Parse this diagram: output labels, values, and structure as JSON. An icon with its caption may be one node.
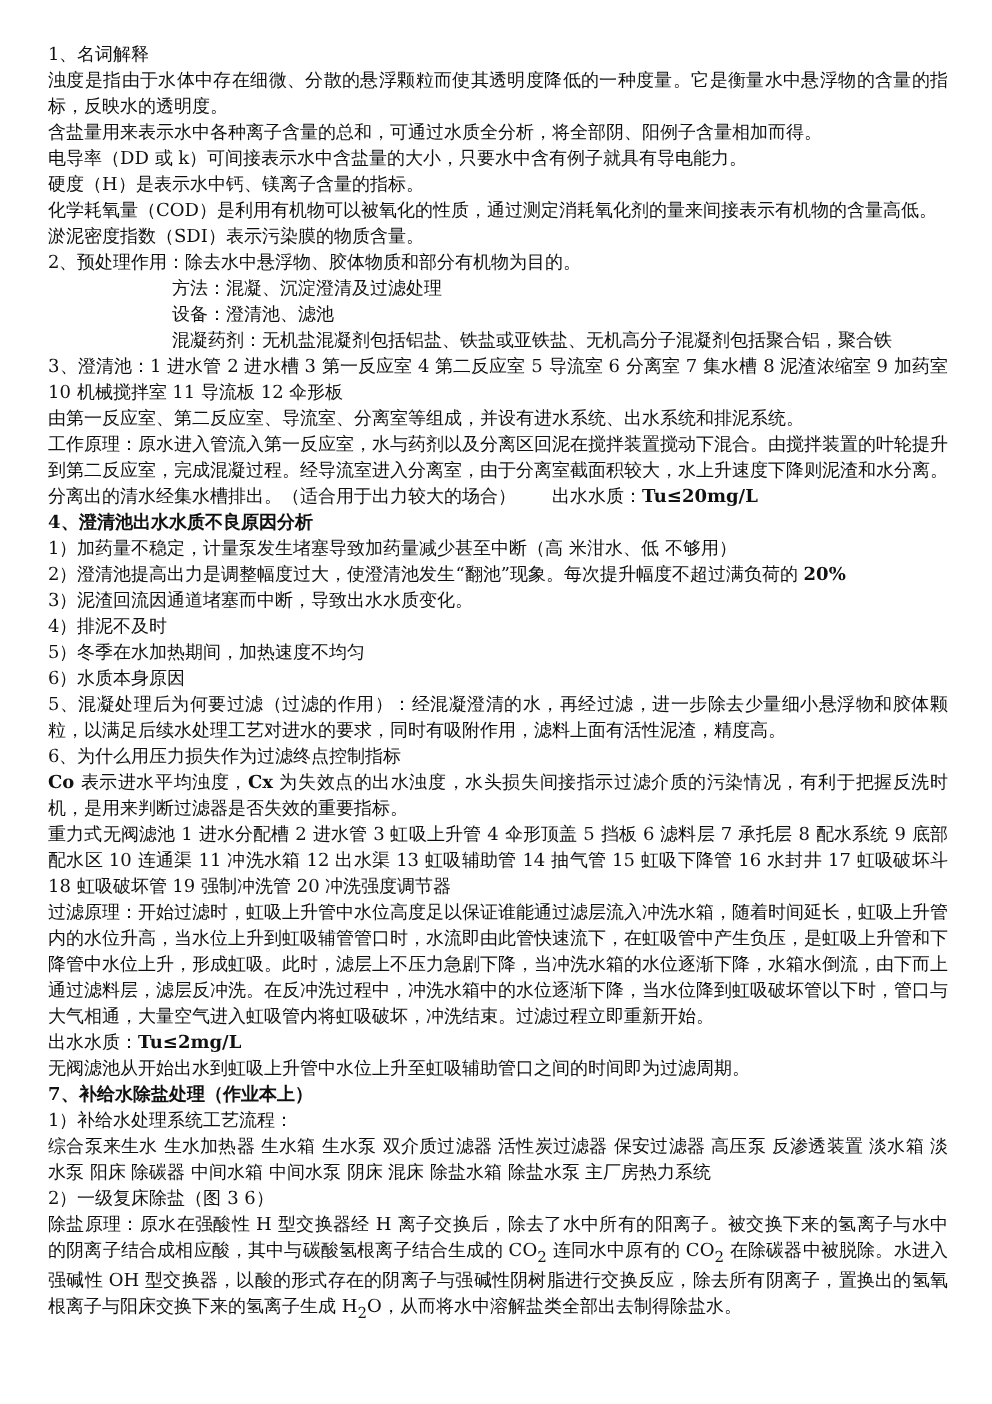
{
  "diagram": {
    "labels": [
      "1、名词解释",
      "浊度是指由于水体中存在细微、分散的悬浮颗粒而使其透明度降低的一种度量。它是衡量水中悬浮物的含量的指标，反映水的透明度。",
      "含盐量用来表示水中各种离子含量的总和，可通过水质全分析，将全部阴、阳例子含量相加而得。",
      "电导率（DD 或 k）可间接表示水中含盐量的大小，只要水中含有例子就具有导电能力。",
      "硬度（H）是表示水中钙、镁离子含量的指标。",
      "化学耗氧量（COD）是利用有机物可以被氧化的性质，通过测定消耗氧化剂的量来间接表示有机物的含量高低。",
      "淤泥密度指数（SDI）表示污染膜的物质含量。",
      "2、预处理作用：除去水中悬浮物、胶体物质和部分有机物为目的。",
      "方法：混凝、沉淀澄清及过滤处理",
      "设备：澄清池、滤池",
      "混凝药剂：无机盐混凝剂包括铝盐、铁盐或亚铁盐、无机高分子混凝剂包括聚合铝，聚合铁",
      "3、澄清池：1 进水管 2 进水槽 3 第一反应室 4 第二反应室 5 导流室 6 分离室 7 集水槽 8 泥渣浓缩室 9 加药室 10 机械搅拌室 11 导流板 12 伞形板",
      "由第一反应室、第二反应室、导流室、分离室等组成，并设有进水系统、出水系统和排泥系统。",
      "工作原理：原水进入管流入第一反应室，水与药剂以及分离区回泥在搅拌装置搅动下混合。由搅拌装置的叶轮提升到第二反应室，完成混凝过程。经导流室进入分离室，由于分离室截面积较大，水上升速度下降则泥渣和水分离。分离出的清水经集水槽排出。（适合用于出力较大的场合）　　出水水质：**Tu≤20mg/L**",
      "4、澄清池出水水质不良原因分析",
      "1）加药量不稳定，计量泵发生堵塞导致加药量减少甚至中断（高 米泔水、低 不够用）",
      "2）澄清池提高出力是调整幅度过大，使澄清池发生“翻池”现象。每次提升幅度不超过满负荷的 **20%**",
      "3）泥渣回流因通道堵塞而中断，导致出水水质变化。",
      "4）排泥不及时",
      "5）冬季在水加热期间，加热速度不均匀",
      "6）水质本身原因",
      "5、混凝处理后为何要过滤（过滤的作用）：经混凝澄清的水，再经过滤，进一步除去少量细小悬浮物和胶体颗粒，以满足后续水处理工艺对进水的要求，同时有吸附作用，滤料上面有活性泥渣，精度高。",
      "6、为什么用压力损失作为过滤终点控制指标",
      "**Co** 表示进水平均浊度，**Cx** 为失效点的出水浊度，水头损失间接指示过滤介质的污染情况，有利于把握反洗时机，是用来判断过滤器是否失效的重要指标。",
      "重力式无阀滤池 1 进水分配槽 2 进水管 3 虹吸上升管 4 伞形顶盖 5 挡板 6 滤料层 7 承托层 8 配水系统 9 底部配水区 10 连通渠 11 冲洗水箱 12 出水渠 13 虹吸辅助管 14 抽气管 15 虹吸下降管 16 水封井 17 虹吸破坏斗 18 虹吸破坏管 19 强制冲洗管 20 冲洗强度调节器",
      "过滤原理：开始过滤时，虹吸上升管中水位高度足以保证谁能通过滤层流入冲洗水箱，随着时间延长，虹吸上升管内的水位升高，当水位上升到虹吸辅管管口时，水流即由此管快速流下，在虹吸管中产生负压，是虹吸上升管和下降管中水位上升，形成虹吸。此时，滤层上不压力急剧下降，当冲洗水箱的水位逐渐下降，水箱水倒流，由下而上通过滤料层，滤层反冲洗。在反冲洗过程中，冲洗水箱中的水位逐渐下降，当水位降到虹吸破坏管以下时，管口与大气相通，大量空气进入虹吸管内将虹吸破坏，冲洗结束。过滤过程立即重新开始。",
      "出水水质：**Tu≤2mg/L**",
      "无阀滤池从开始出水到虹吸上升管中水位上升至虹吸辅助管口之间的时间即为过滤周期。",
      "7、补给水除盐处理（作业本上）",
      "1）补给水处理系统工艺流程：",
      "综合泵来生水 生水加热器 生水箱 生水泵 双介质过滤器 活性炭过滤器 保安过滤器 高压泵 反渗透装置 淡水箱 淡水泵 阳床 除碳器 中间水箱 中间水泵 阴床 混床 除盐水箱 除盐水泵 主厂房热力系统",
      "2）一级复床除盐（图 3 6）",
      "除盐原理：原水在强酸性 H 型交换器经 H 离子交换后，除去了水中所有的阳离子。被交换下来的氢离子与水中的阴离子结合成相应酸，其中与碳酸氢根离子结合生成的 CO$_{2}$ 连同水中原有的 CO$_{2}$ 在除碳器中被脱除。水进入强碱性 OH 型交换器，以酸的形式存在的阴离子与强碱性阴树脂进行交换反应，除去所有阴离子，置换出的氢氧根离子与阳床交换下来的氢离子生成 H$_{2}$O，从而将水中溶解盐类全部出去制得除盐水。"
    ]
  }
}
